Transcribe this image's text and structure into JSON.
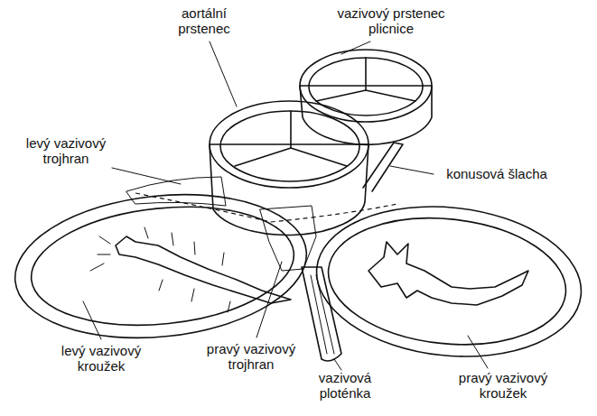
{
  "diagram": {
    "labels": [
      "aortální prstenec",
      "vazivový prstenec plicnice",
      "levý vazivový trojhran",
      "konusová šlacha",
      "levý vazivový kroužek",
      "pravý vazivový trojhran",
      "vazivová ploténka",
      "pravý vazivový kroužek"
    ]
  }
}
